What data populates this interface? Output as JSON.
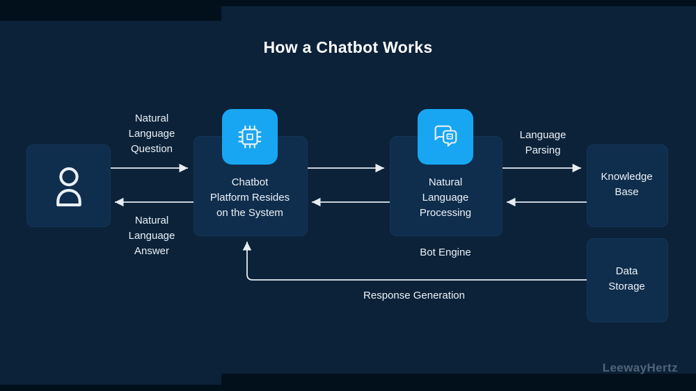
{
  "title": "How a Chatbot Works",
  "watermark": "LeewayHertz",
  "colors": {
    "background": "#0B2239",
    "bar": "#02101C",
    "box": "#0F2D4C",
    "box-border": "#16365A",
    "accent": "#18A6F2",
    "line": "#E8EDF2",
    "text": "#EDF2F7",
    "watermark-color": "#5E7082"
  },
  "nodes": {
    "platform": {
      "lines": [
        "Chatbot",
        "Platform Resides",
        "on the System"
      ]
    },
    "nlp": {
      "lines": [
        "Natural",
        "Language",
        "Processing"
      ],
      "caption": "Bot Engine"
    },
    "knowledge_base": {
      "lines": [
        "Knowledge",
        "Base"
      ]
    },
    "data_storage": {
      "lines": [
        "Data",
        "Storage"
      ]
    }
  },
  "edges": {
    "question": {
      "lines": [
        "Natural",
        "Language",
        "Question"
      ]
    },
    "answer": {
      "lines": [
        "Natural",
        "Language",
        "Answer"
      ]
    },
    "language_parsing": {
      "lines": [
        "Language",
        "Parsing"
      ]
    },
    "response_generation": {
      "label": "Response Generation"
    }
  }
}
